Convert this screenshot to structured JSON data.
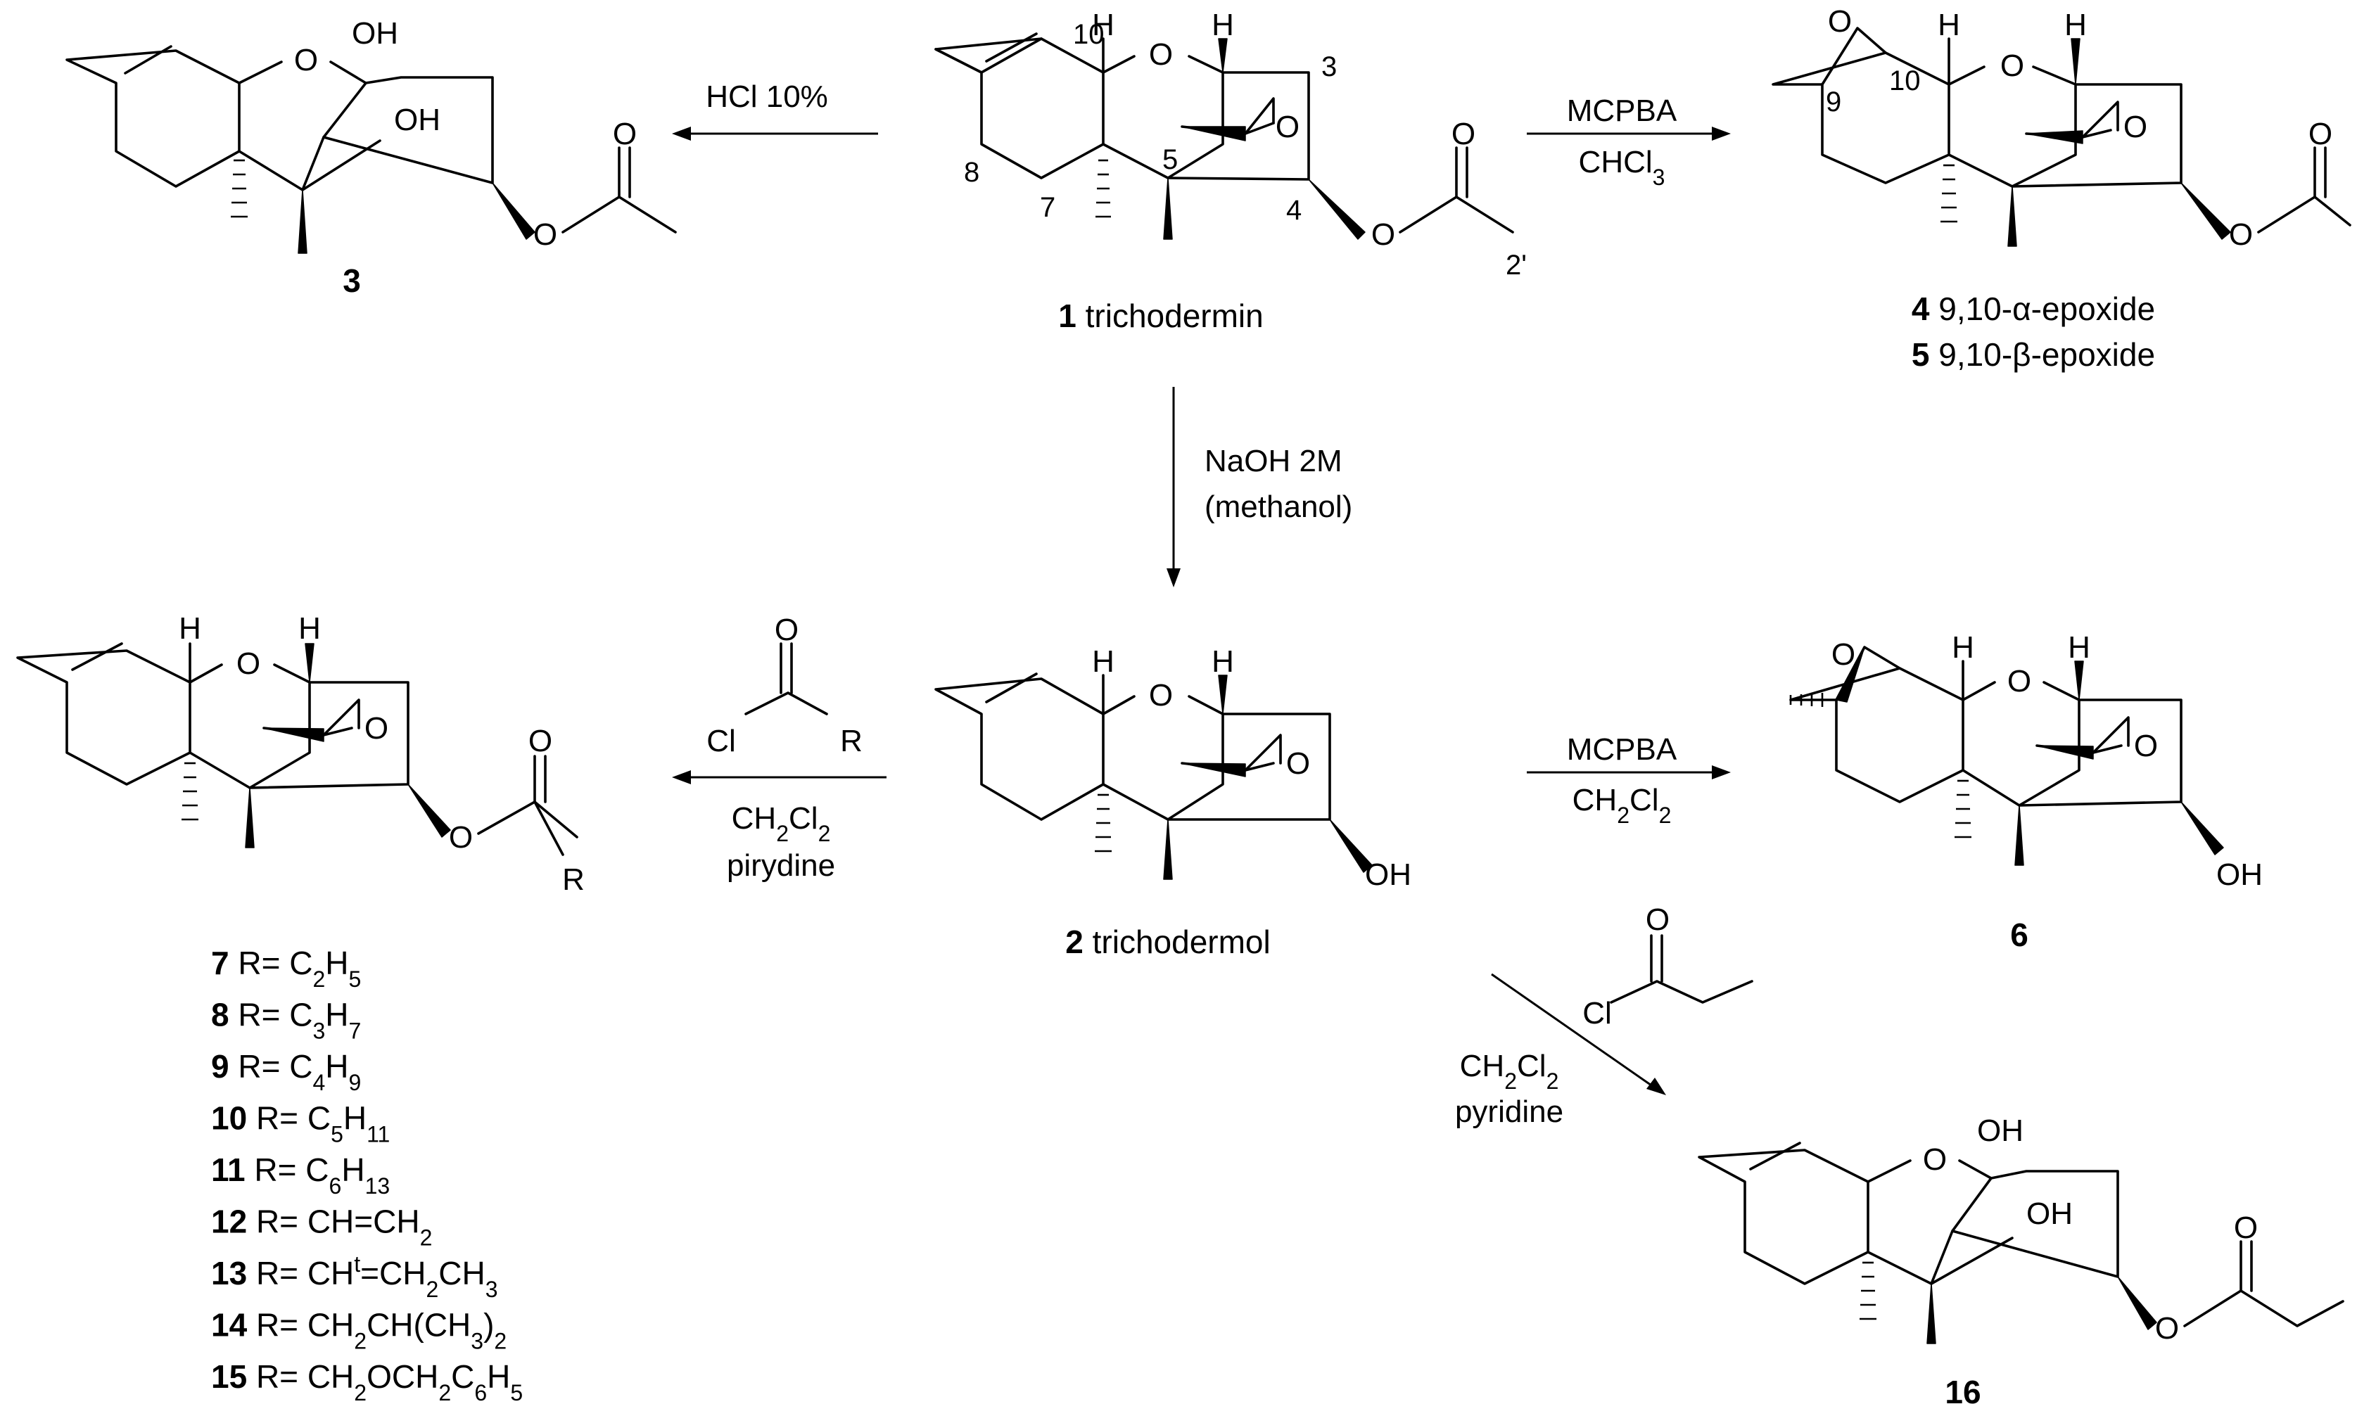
{
  "compounds": {
    "c1": {
      "number": "1",
      "name": "trichodermin"
    },
    "c2": {
      "number": "2",
      "name": "trichodermol"
    },
    "c3": {
      "number": "3"
    },
    "c4": {
      "number": "4",
      "desc": "9,10-α-epoxide"
    },
    "c5": {
      "number": "5",
      "desc": "9,10-β-epoxide"
    },
    "c6": {
      "number": "6"
    },
    "c16": {
      "number": "16"
    }
  },
  "ester_series": [
    {
      "number": "7",
      "prefix": "R= ",
      "r_parts": [
        [
          "C",
          ""
        ],
        [
          "2",
          "sub"
        ],
        [
          "H",
          ""
        ],
        [
          "5",
          "sub"
        ]
      ]
    },
    {
      "number": "8",
      "prefix": "R= ",
      "r_parts": [
        [
          "C",
          ""
        ],
        [
          "3",
          "sub"
        ],
        [
          "H",
          ""
        ],
        [
          "7",
          "sub"
        ]
      ]
    },
    {
      "number": "9",
      "prefix": "R= ",
      "r_parts": [
        [
          "C",
          ""
        ],
        [
          "4",
          "sub"
        ],
        [
          "H",
          ""
        ],
        [
          "9",
          "sub"
        ]
      ]
    },
    {
      "number": "10",
      "prefix": "R= ",
      "r_parts": [
        [
          "C",
          ""
        ],
        [
          "5",
          "sub"
        ],
        [
          "H",
          ""
        ],
        [
          "11",
          "sub"
        ]
      ]
    },
    {
      "number": "11",
      "prefix": "R= ",
      "r_parts": [
        [
          "C",
          ""
        ],
        [
          "6",
          "sub"
        ],
        [
          "H",
          ""
        ],
        [
          "13",
          "sub"
        ]
      ]
    },
    {
      "number": "12",
      "prefix": "R= ",
      "r_parts": [
        [
          "CH=CH",
          ""
        ],
        [
          "2",
          "sub"
        ]
      ]
    },
    {
      "number": "13",
      "prefix": "R= ",
      "r_parts": [
        [
          "CH",
          ""
        ],
        [
          "t",
          "sup"
        ],
        [
          "=CH",
          ""
        ],
        [
          "2",
          "sub"
        ],
        [
          "CH",
          ""
        ],
        [
          "3",
          "sub"
        ]
      ]
    },
    {
      "number": "14",
      "prefix": "R= ",
      "r_parts": [
        [
          "CH",
          ""
        ],
        [
          "2",
          "sub"
        ],
        [
          "CH(CH",
          ""
        ],
        [
          "3",
          "sub"
        ],
        [
          ")",
          ""
        ],
        [
          "2",
          "sub"
        ]
      ]
    },
    {
      "number": "15",
      "prefix": "R= ",
      "r_parts": [
        [
          "CH",
          ""
        ],
        [
          "2",
          "sub"
        ],
        [
          "OCH",
          ""
        ],
        [
          "2",
          "sub"
        ],
        [
          "C",
          ""
        ],
        [
          "6",
          "sub"
        ],
        [
          "H",
          ""
        ],
        [
          "5",
          "sub"
        ]
      ]
    }
  ],
  "reactions": {
    "to_3": {
      "reagent": "HCl 10%"
    },
    "to_4_5": {
      "line1": "MCPBA",
      "line2_parts": [
        [
          "CHCl",
          ""
        ],
        [
          "3",
          "sub"
        ]
      ]
    },
    "to_2": {
      "line1": "NaOH 2M",
      "line2": "(methanol)"
    },
    "to_7_15": {
      "line1_parts": [
        [
          "CH",
          ""
        ],
        [
          "2",
          "sub"
        ],
        [
          "Cl",
          ""
        ],
        [
          "2",
          "sub"
        ]
      ],
      "line2": "pirydine"
    },
    "to_6": {
      "line1": "MCPBA",
      "line2_parts": [
        [
          "CH",
          ""
        ],
        [
          "2",
          "sub"
        ],
        [
          "Cl",
          ""
        ],
        [
          "2",
          "sub"
        ]
      ]
    },
    "to_16": {
      "line1_parts": [
        [
          "CH",
          ""
        ],
        [
          "2",
          "sub"
        ],
        [
          "Cl",
          ""
        ],
        [
          "2",
          "sub"
        ]
      ],
      "line2": "pyridine"
    }
  },
  "atom_labels": {
    "O": "O",
    "H": "H",
    "OH": "OH",
    "Cl": "Cl",
    "R": "R"
  },
  "numbering": {
    "n10": "10",
    "n3": "3",
    "n8": "8",
    "n7": "7",
    "n5": "5",
    "n4": "4",
    "n2p": "2'",
    "n9": "9"
  }
}
